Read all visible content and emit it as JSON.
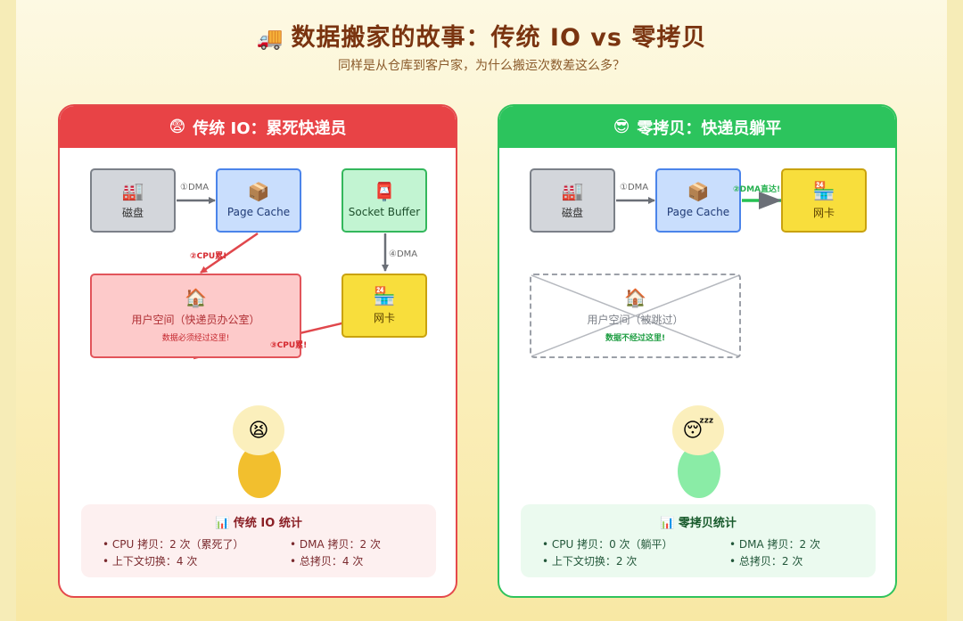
{
  "header": {
    "title_icon": "🚚",
    "title": "数据搬家的故事：传统 IO vs 零拷贝",
    "subtitle": "同样是从仓库到客户家，为什么搬运次数差这么多？"
  },
  "left": {
    "icon": "😨",
    "title": "传统 IO：累死快递员",
    "disk": {
      "icon": "🏭",
      "label": "磁盘"
    },
    "page_cache": {
      "icon": "📦",
      "label": "Page Cache"
    },
    "socket_buffer": {
      "icon": "📮",
      "label": "Socket Buffer"
    },
    "user_space": {
      "icon": "🏠",
      "label": "用户空间（快递员办公室）",
      "note": "数据必须经过这里!"
    },
    "nic": {
      "icon": "🏪",
      "label": "网卡"
    },
    "arrows": {
      "a1": "①DMA",
      "a2": "②CPU累!",
      "a3": "③CPU累!",
      "a4": "④DMA"
    },
    "courier_icon": "😫",
    "stats": {
      "icon": "📊",
      "title": "传统 IO 统计",
      "items": [
        "• CPU 拷贝：2 次（累死了）",
        "• DMA 拷贝：2 次",
        "• 上下文切换：4 次",
        "• 总拷贝：4 次"
      ]
    }
  },
  "right": {
    "icon": "😎",
    "title": "零拷贝：快递员躺平",
    "disk": {
      "icon": "🏭",
      "label": "磁盘"
    },
    "page_cache": {
      "icon": "📦",
      "label": "Page Cache"
    },
    "nic": {
      "icon": "🏪",
      "label": "网卡"
    },
    "user_space": {
      "icon": "🏠",
      "label": "用户空间（被跳过）",
      "note": "数据不经过这里!"
    },
    "arrows": {
      "a1": "①DMA",
      "a2": "②DMA直达!"
    },
    "courier_icon": "😴",
    "stats": {
      "icon": "📊",
      "title": "零拷贝统计",
      "items": [
        "• CPU 拷贝：0 次（躺平）",
        "• DMA 拷贝：2 次",
        "• 上下文切换：2 次",
        "• 总拷贝：2 次"
      ]
    }
  },
  "colors": {
    "red": "#e84346",
    "green": "#2cc45d",
    "background": "#fbf1c3"
  }
}
